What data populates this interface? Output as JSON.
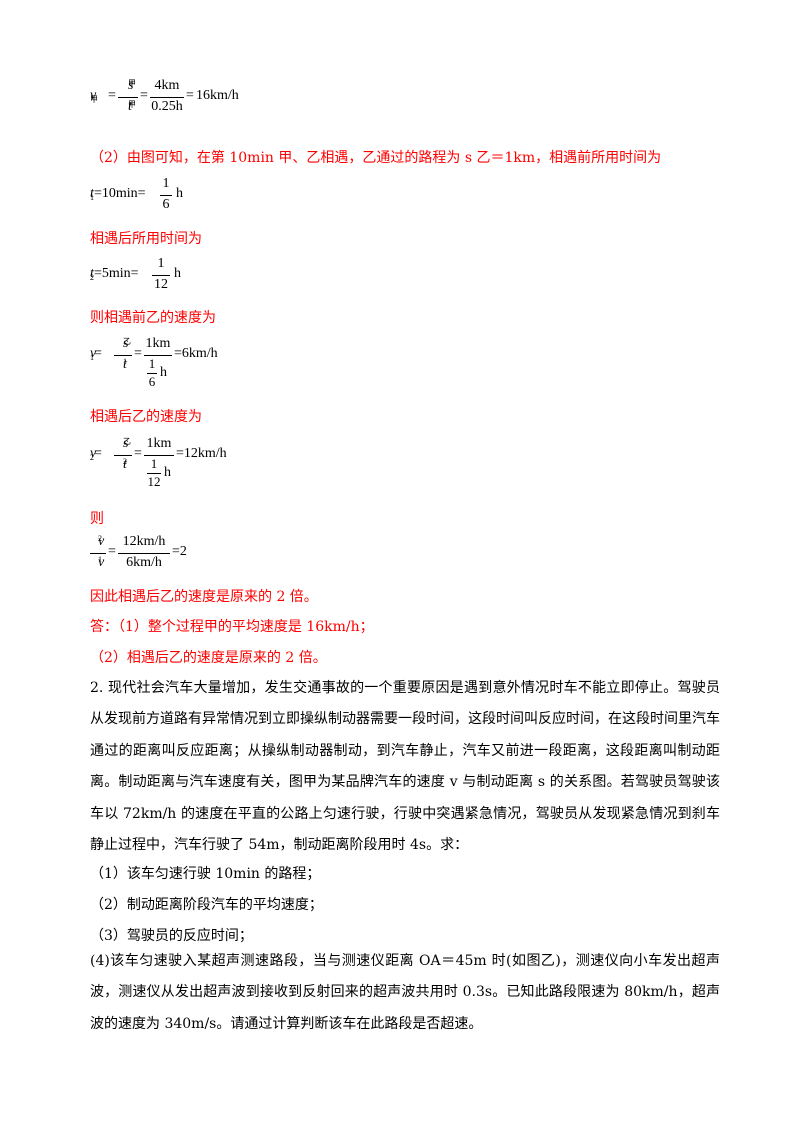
{
  "eq_v_avg": {
    "lhs": "v",
    "lhs_sub": "甲",
    "num_sym": "s",
    "num_sub": "甲",
    "den_sym": "t",
    "den_sub": "甲",
    "num_val": "4km",
    "den_val": "0.25h",
    "result": "16km/h"
  },
  "part2_intro": "（2）由图可知，在第 10min 甲、乙相遇，乙通过的路程为 s 乙＝1km，相遇前所用时间为",
  "eq_t1": {
    "lhs": "t",
    "sub": "1",
    "mid": "=10min=",
    "num": "1",
    "den": "6",
    "unit": "h"
  },
  "after_meet_time": "相遇后所用时间为",
  "eq_t2": {
    "lhs": "t",
    "sub": "2",
    "mid": "=5min=",
    "num": "1",
    "den": "12",
    "unit": "h"
  },
  "speed_before": "则相遇前乙的速度为",
  "eq_v1": {
    "lhs": "v",
    "sub": "1",
    "num_sym": "s",
    "num_sub": "乙",
    "den_sym": "t",
    "den_sub": "1",
    "num_val": "1km",
    "den_num": "1",
    "den_den": "6",
    "den_unit": "h",
    "result": "=6km/h"
  },
  "speed_after": "相遇后乙的速度为",
  "eq_v2": {
    "lhs": "v",
    "sub": "2",
    "num_sym": "s",
    "num_sub": "乙",
    "den_sym": "t",
    "den_sub": "2",
    "num_val": "1km",
    "den_num": "1",
    "den_den": "12",
    "den_unit": "h",
    "result": "=12km/h"
  },
  "then": "则",
  "eq_ratio": {
    "num_sym": "v",
    "num_sub": "2",
    "den_sym": "v",
    "den_sub": "1",
    "num_val": "12km/h",
    "den_val": "6km/h",
    "result": "=2"
  },
  "conclusion": "因此相遇后乙的速度是原来的 2 倍。",
  "answer1": "答：（1）整个过程甲的平均速度是 16km/h；",
  "answer2": "（2）相遇后乙的速度是原来的 2 倍。",
  "problem2_text": "2. 现代社会汽车大量增加，发生交通事故的一个重要原因是遇到意外情况时车不能立即停止。驾驶员从发现前方道路有异常情况到立即操纵制动器需要一段时间，这段时间叫反应时间，在这段时间里汽车通过的距离叫反应距离；从操纵制动器制动，到汽车静止，汽车又前进一段距离，这段距离叫制动距离。制动距离与汽车速度有关，图甲为某品牌汽车的速度 v 与制动距离 s 的关系图。若驾驶员驾驶该车以 72km/h 的速度在平直的公路上匀速行驶，行驶中突遇紧急情况，驾驶员从发现紧急情况到刹车静止过程中，汽车行驶了 54m，制动距离阶段用时 4s。求：",
  "q1": "（1）该车匀速行驶 10min 的路程；",
  "q2": "（2）制动距离阶段汽车的平均速度；",
  "q3": "（3）驾驶员的反应时间；",
  "q4": "(4)该车匀速驶入某超声测速路段，当与测速仪距离 OA＝45m 时(如图乙)，测速仪向小车发出超声波，测速仪从发出超声波到接收到反射回来的超声波共用时 0.3s。已知此路段限速为 80km/h，超声波的速度为 340m/s。请通过计算判断该车在此路段是否超速。"
}
